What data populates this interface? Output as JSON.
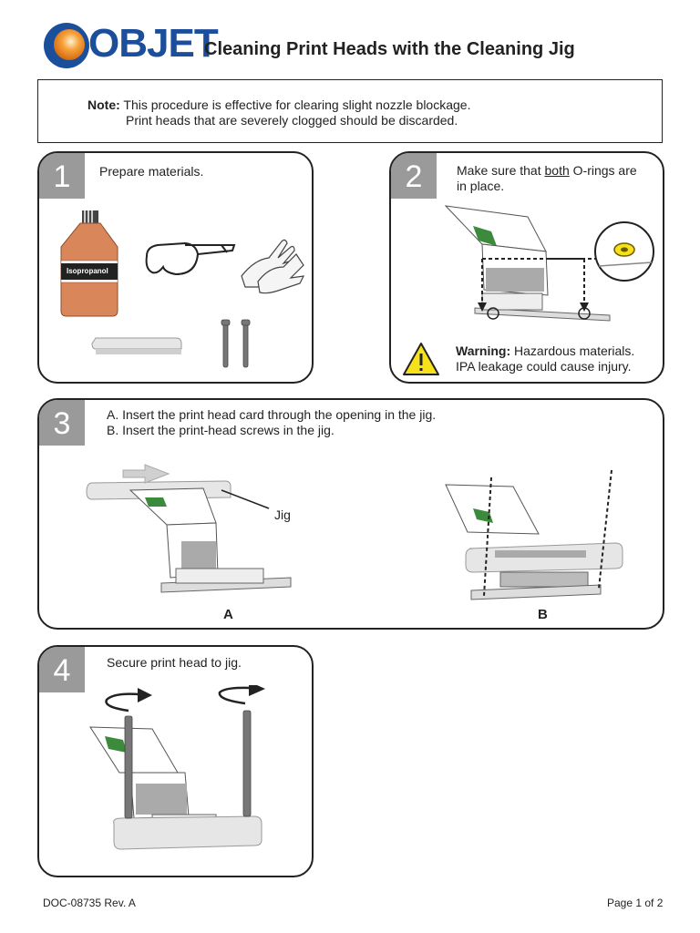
{
  "header": {
    "logo_text": "OBJET",
    "title": "Cleaning Print Heads with the Cleaning Jig"
  },
  "note": {
    "label": "Note:",
    "line1": "This procedure is effective for clearing slight nozzle blockage.",
    "line2": "Print heads that are severely clogged should be discarded."
  },
  "steps": [
    {
      "number": "1",
      "text": "Prepare materials.",
      "bottle_label": "Isopropanol"
    },
    {
      "number": "2",
      "text_before": "Make sure that ",
      "text_underline": "both",
      "text_after": " O-rings are",
      "text_line2": "in place.",
      "warning_label": "Warning:",
      "warning_text": "Hazardous materials.",
      "warning_text2": "IPA leakage could cause injury."
    },
    {
      "number": "3",
      "line_a": "A. Insert the print head card through the opening in the jig.",
      "line_b": "B. Insert the print-head screws in the jig.",
      "jig_label": "Jig",
      "caption_a": "A",
      "caption_b": "B"
    },
    {
      "number": "4",
      "text": "Secure print head to jig."
    }
  ],
  "footer": {
    "doc_id": "DOC-08735  Rev. A",
    "page": "Page 1 of 2"
  },
  "colors": {
    "brand_blue": "#1b4f9c",
    "brand_orange": "#f28c1c",
    "step_badge": "#9a9a9a",
    "bottle": "#d9875a",
    "warning_yellow": "#f5e21b",
    "card_green": "#3c8a3c"
  }
}
